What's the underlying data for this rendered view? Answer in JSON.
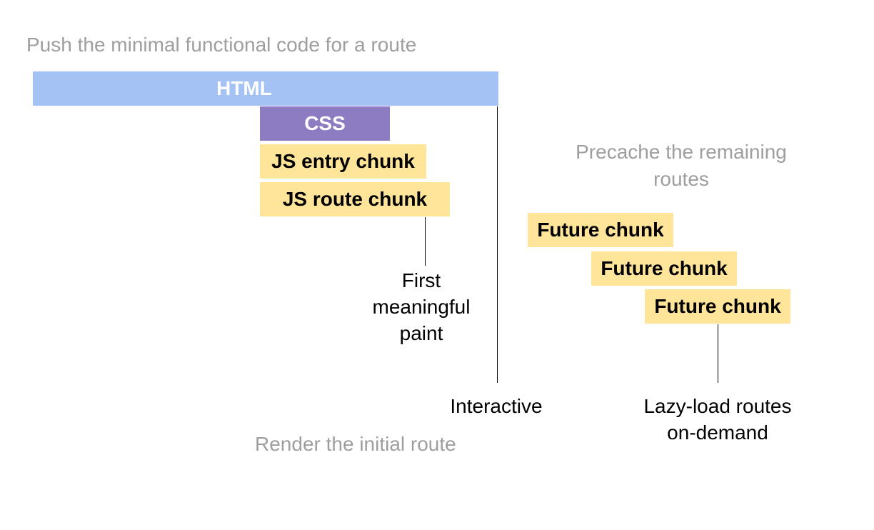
{
  "colors": {
    "html_bar": "#a4c2f4",
    "css_bar": "#8e7cc3",
    "js_bar": "#ffe599",
    "muted_text": "#9e9e9e"
  },
  "headings": {
    "push": "Push the minimal functional code for a route",
    "precache": "Precache the remaining routes",
    "render": "Render the initial route"
  },
  "bars": {
    "html": "HTML",
    "css": "CSS",
    "js_entry": "JS entry chunk",
    "js_route": "JS route chunk",
    "future_1": "Future chunk",
    "future_2": "Future chunk",
    "future_3": "Future chunk"
  },
  "milestones": {
    "first_meaningful_paint": "First meaningful paint",
    "interactive": "Interactive",
    "lazy_load": "Lazy-load routes on-demand"
  }
}
